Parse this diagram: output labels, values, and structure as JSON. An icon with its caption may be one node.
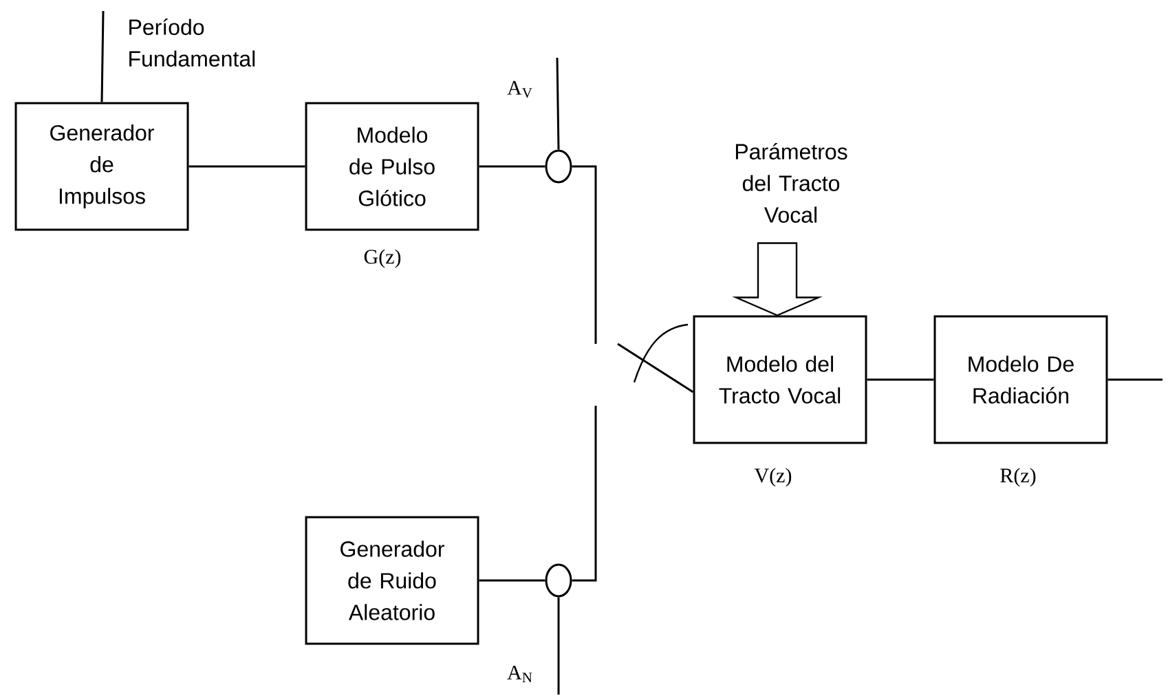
{
  "diagram": {
    "nodes": [
      {
        "text": [
          "Generador de Impulsos"
        ]
      },
      {
        "text": [
          "Modelo de Pulso Glótico"
        ],
        "beside": [
          "G(z)"
        ]
      },
      {
        "text": [],
        "shape": "circle"
      },
      {
        "text": [
          "Generador de Ruido Aleatorio"
        ]
      },
      {
        "text": [],
        "shape": "circle"
      },
      {
        "text": [
          "Modelo del Tracto Vocal"
        ],
        "beside": [
          "V(z)"
        ]
      },
      {
        "text": [
          "Modelo De Radiación"
        ],
        "beside": [
          "R(z)"
        ]
      },
      {
        "text": [
          "Parámetros del Tracto Vocal"
        ]
      }
    ],
    "edges": [
      {
        "from": null,
        "to": 0,
        "arrow": "none"
      },
      {
        "from": 0,
        "to": 1,
        "arrow": "none"
      },
      {
        "from": 1,
        "to": 2,
        "arrow": "none"
      },
      {
        "from": null,
        "to": 2,
        "arrow": "none"
      },
      {
        "from": 2,
        "to": null,
        "arrow": "none"
      },
      {
        "from": 3,
        "to": 4,
        "arrow": "none"
      },
      {
        "from": 4,
        "to": null,
        "arrow": "none"
      },
      {
        "from": 4,
        "to": null,
        "arrow": "none"
      },
      {
        "from": null,
        "to": 5,
        "arrow": "none"
      },
      {
        "from": 7,
        "to": 5,
        "arrow": "to",
        "style": "thick"
      },
      {
        "from": 5,
        "to": 6,
        "arrow": "none"
      },
      {
        "from": 6,
        "to": null,
        "arrow": "none"
      }
    ],
    "labels": [
      "Período Fundamental",
      "A$_{V}$",
      "A$_{N}$"
    ]
  }
}
